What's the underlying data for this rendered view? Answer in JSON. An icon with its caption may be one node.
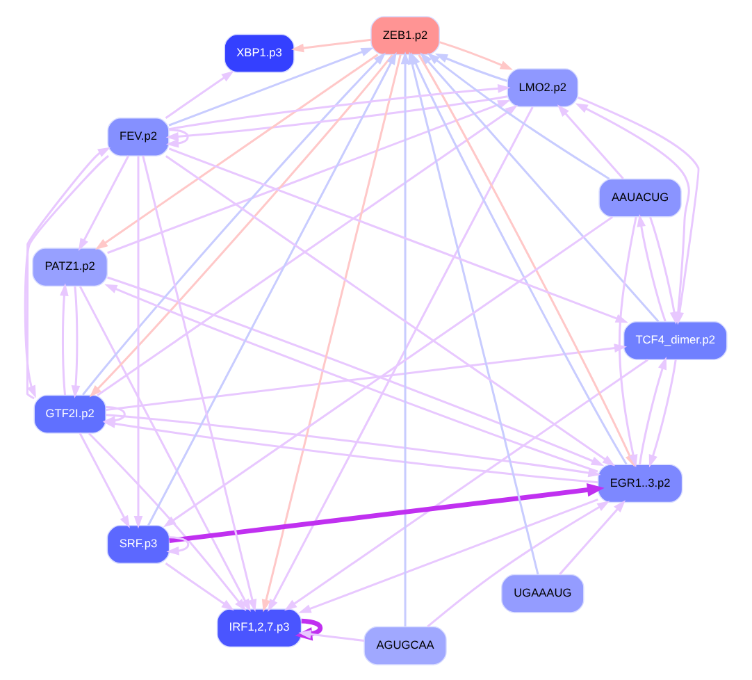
{
  "diagram": {
    "nodes": [
      {
        "text": [
          "PATZ1.p2"
        ]
      },
      {
        "text": [
          "GTF2I.p2"
        ]
      },
      {
        "text": [
          "LMO2.p2"
        ]
      },
      {
        "text": [
          "IRF1,2,7.p3"
        ]
      },
      {
        "text": [
          "TCF4_dimer.p2"
        ]
      },
      {
        "text": [
          "XBP1.p3"
        ]
      },
      {
        "text": [
          "ZEB1.p2"
        ]
      },
      {
        "text": [
          "EGR1..3.p2"
        ]
      },
      {
        "text": [
          "AGUGCAA"
        ]
      },
      {
        "text": [
          "SRF.p3"
        ]
      },
      {
        "text": [
          "UGAAAUG"
        ]
      },
      {
        "text": [
          "FEV.p2"
        ]
      },
      {
        "text": [
          "AAUACUG"
        ]
      }
    ],
    "edges": [
      {
        "from": 6,
        "to": 0,
        "arrow": "to",
        "color": "#ffc8c8"
      },
      {
        "from": 6,
        "to": 1,
        "arrow": "to",
        "color": "#ffc8c8"
      },
      {
        "from": 6,
        "to": 2,
        "arrow": "to",
        "color": "#ffc8c8"
      },
      {
        "from": 6,
        "to": 3,
        "arrow": "to",
        "color": "#ffc8c8"
      },
      {
        "from": 6,
        "to": 5,
        "arrow": "to",
        "color": "#ffc8c8"
      },
      {
        "from": 6,
        "to": 7,
        "arrow": "to",
        "color": "#ffc8c8"
      },
      {
        "from": 8,
        "to": 6,
        "arrow": "to",
        "color": "#c8ccff"
      },
      {
        "from": 10,
        "to": 6,
        "arrow": "to",
        "color": "#c8ccff"
      },
      {
        "from": 12,
        "to": 6,
        "arrow": "to",
        "color": "#c8ccff"
      },
      {
        "from": 11,
        "to": 6,
        "arrow": "to",
        "color": "#c8ccff"
      },
      {
        "from": 9,
        "to": 6,
        "arrow": "to",
        "color": "#c8ccff"
      },
      {
        "from": 1,
        "to": 6,
        "arrow": "to",
        "color": "#c8ccff"
      },
      {
        "from": 2,
        "to": 6,
        "arrow": "to",
        "color": "#c8ccff"
      },
      {
        "from": 4,
        "to": 6,
        "arrow": "to",
        "color": "#c8ccff"
      },
      {
        "from": 7,
        "to": 6,
        "arrow": "to",
        "color": "#c8ccff"
      },
      {
        "from": 3,
        "to": 3,
        "arrow": "to",
        "style": "thick",
        "color": "#c030f0"
      },
      {
        "from": 9,
        "to": 7,
        "arrow": "to",
        "style": "thick",
        "color": "#c030f0"
      },
      {
        "from": 1,
        "to": 1,
        "arrow": "to"
      },
      {
        "from": 9,
        "to": 9,
        "arrow": "to"
      },
      {
        "from": 11,
        "to": 11,
        "arrow": "to"
      },
      {
        "from": 0,
        "to": 1,
        "arrow": "to"
      },
      {
        "from": 1,
        "to": 0,
        "arrow": "to"
      },
      {
        "from": 0,
        "to": 2,
        "arrow": "to"
      },
      {
        "from": 0,
        "to": 3,
        "arrow": "to"
      },
      {
        "from": 1,
        "to": 3,
        "arrow": "to"
      },
      {
        "from": 2,
        "to": 3,
        "arrow": "to"
      },
      {
        "from": 1,
        "to": 2,
        "arrow": "to"
      },
      {
        "from": 4,
        "to": 3,
        "arrow": "to"
      },
      {
        "from": 7,
        "to": 3,
        "arrow": "to"
      },
      {
        "from": 9,
        "to": 3,
        "arrow": "to"
      },
      {
        "from": 11,
        "to": 3,
        "arrow": "to"
      },
      {
        "from": 8,
        "to": 3,
        "arrow": "to"
      },
      {
        "from": 2,
        "to": 4,
        "arrow": "to"
      },
      {
        "from": 4,
        "to": 2,
        "arrow": "to"
      },
      {
        "from": 1,
        "to": 4,
        "arrow": "to"
      },
      {
        "from": 1,
        "to": 7,
        "arrow": "to"
      },
      {
        "from": 0,
        "to": 7,
        "arrow": "to"
      },
      {
        "from": 7,
        "to": 0,
        "arrow": "to"
      },
      {
        "from": 7,
        "to": 1,
        "arrow": "to"
      },
      {
        "from": 4,
        "to": 7,
        "arrow": "to"
      },
      {
        "from": 7,
        "to": 4,
        "arrow": "to"
      },
      {
        "from": 8,
        "to": 7,
        "arrow": "to"
      },
      {
        "from": 10,
        "to": 7,
        "arrow": "to"
      },
      {
        "from": 11,
        "to": 7,
        "arrow": "to"
      },
      {
        "from": 12,
        "to": 7,
        "arrow": "to"
      },
      {
        "from": 12,
        "to": 9,
        "arrow": "to"
      },
      {
        "from": 11,
        "to": 9,
        "arrow": "to"
      },
      {
        "from": 1,
        "to": 9,
        "arrow": "to"
      },
      {
        "from": 11,
        "to": 4,
        "arrow": "to"
      },
      {
        "from": 12,
        "to": 4,
        "arrow": "to"
      },
      {
        "from": 2,
        "to": 11,
        "arrow": "to"
      },
      {
        "from": 11,
        "to": 2,
        "arrow": "to"
      },
      {
        "from": 1,
        "to": 11,
        "arrow": "to"
      },
      {
        "from": 11,
        "to": 0,
        "arrow": "to"
      },
      {
        "from": 11,
        "to": 1,
        "arrow": "to"
      },
      {
        "from": 12,
        "to": 2,
        "arrow": "to"
      },
      {
        "from": 4,
        "to": 12,
        "arrow": "to"
      },
      {
        "from": 11,
        "to": 5,
        "arrow": "to"
      }
    ]
  }
}
